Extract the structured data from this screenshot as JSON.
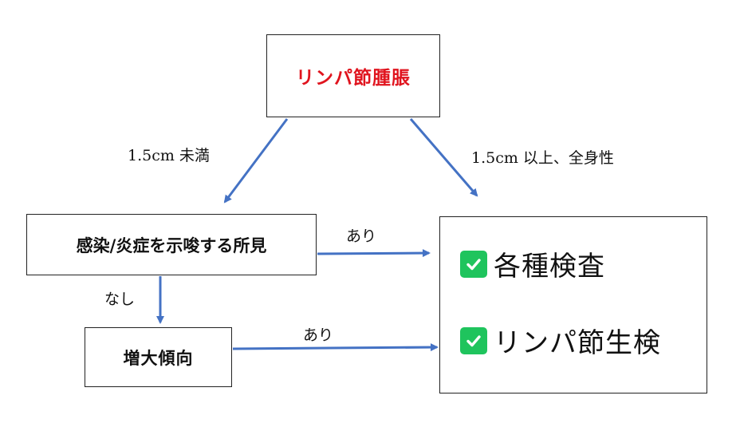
{
  "nodes": {
    "root": "リンパ節腫脹",
    "finding": "感染/炎症を示唆する所見",
    "growth": "増大傾向",
    "results": [
      "各種検査",
      "リンパ節生検"
    ]
  },
  "edges": {
    "small": "1.5cm 未満",
    "large": "1.5cm 以上、全身性",
    "finding_yes": "あり",
    "finding_no": "なし",
    "growth_yes": "あり"
  },
  "colors": {
    "root_text": "#e0141e",
    "arrow": "#4472c4",
    "check": "#1fc45d"
  },
  "icons": [
    "checkbox-checked-icon",
    "checkbox-checked-icon"
  ]
}
